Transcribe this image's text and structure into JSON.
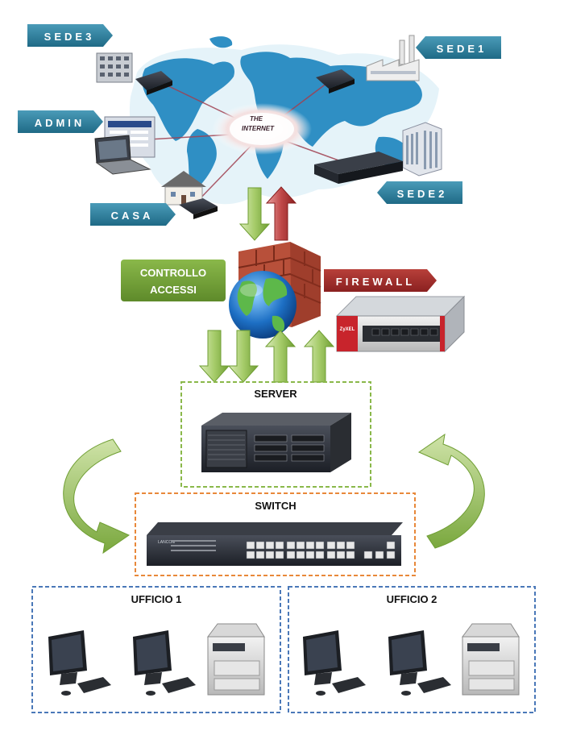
{
  "internet": {
    "cloud_line1": "THE",
    "cloud_line2": "INTERNET"
  },
  "sites": {
    "sede3": "SEDE3",
    "sede1": "SEDE1",
    "admin": "ADMIN",
    "sede2": "SEDE2",
    "casa": "CASA"
  },
  "security": {
    "access_control_line1": "CONTROLLO",
    "access_control_line2": "ACCESSI",
    "firewall": "FIREWALL",
    "firewall_brand": "ZyXEL"
  },
  "lan": {
    "server": "SERVER",
    "switch": "SWITCH",
    "switch_brand": "LANCOM"
  },
  "offices": {
    "office1": "UFFICIO 1",
    "office2": "UFFICIO 2"
  },
  "colors": {
    "label_blue": "#2b7d9a",
    "green_arrow": "#8ab84a",
    "red_arrow": "#b0323a",
    "green_label": "#6e9a35",
    "red_label": "#9e2a2a",
    "server_box": "#8ab84a",
    "switch_box": "#e8883a",
    "office_box": "#4a78b8"
  }
}
